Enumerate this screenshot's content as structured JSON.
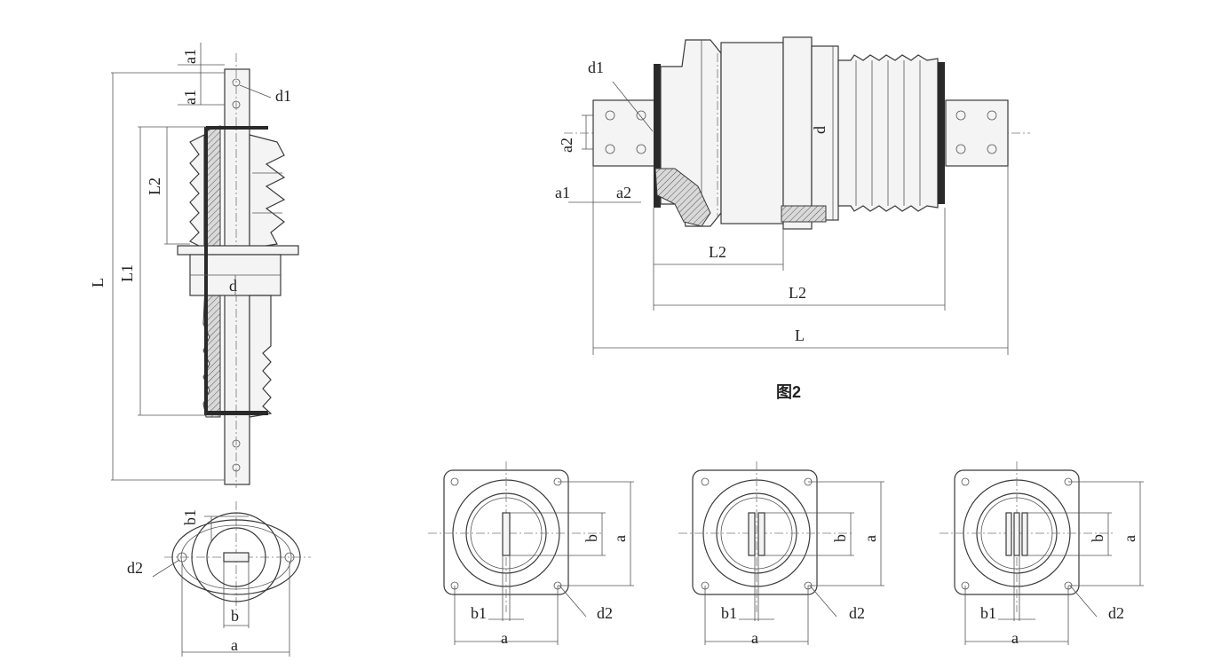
{
  "figure2": {
    "caption": "图2",
    "labels": {
      "d": "d1",
      "a_gap": "a2",
      "a1": "a1",
      "a2": "a2",
      "bore": "d",
      "L2_upper": "L2",
      "L2_lower": "L2",
      "L": "L"
    }
  },
  "figure1": {
    "labels": {
      "a1_top": "a1",
      "a1_second": "a1",
      "d1": "d1",
      "L": "L",
      "L1": "L1",
      "L2": "L2",
      "d": "d"
    }
  },
  "oval_view": {
    "labels": {
      "b1": "b1",
      "d2": "d2",
      "b": "b",
      "a": "a"
    }
  },
  "square_views": [
    {
      "labels": {
        "b": "b",
        "a_vertical": "a",
        "b1": "b1",
        "d2": "d2",
        "a": "a"
      }
    },
    {
      "labels": {
        "b": "b",
        "a_vertical": "a",
        "b1": "b1",
        "d2": "d2",
        "a": "a"
      }
    },
    {
      "labels": {
        "b": "b",
        "a_vertical": "a",
        "b1": "b1",
        "d2": "d2",
        "a": "a"
      }
    }
  ]
}
